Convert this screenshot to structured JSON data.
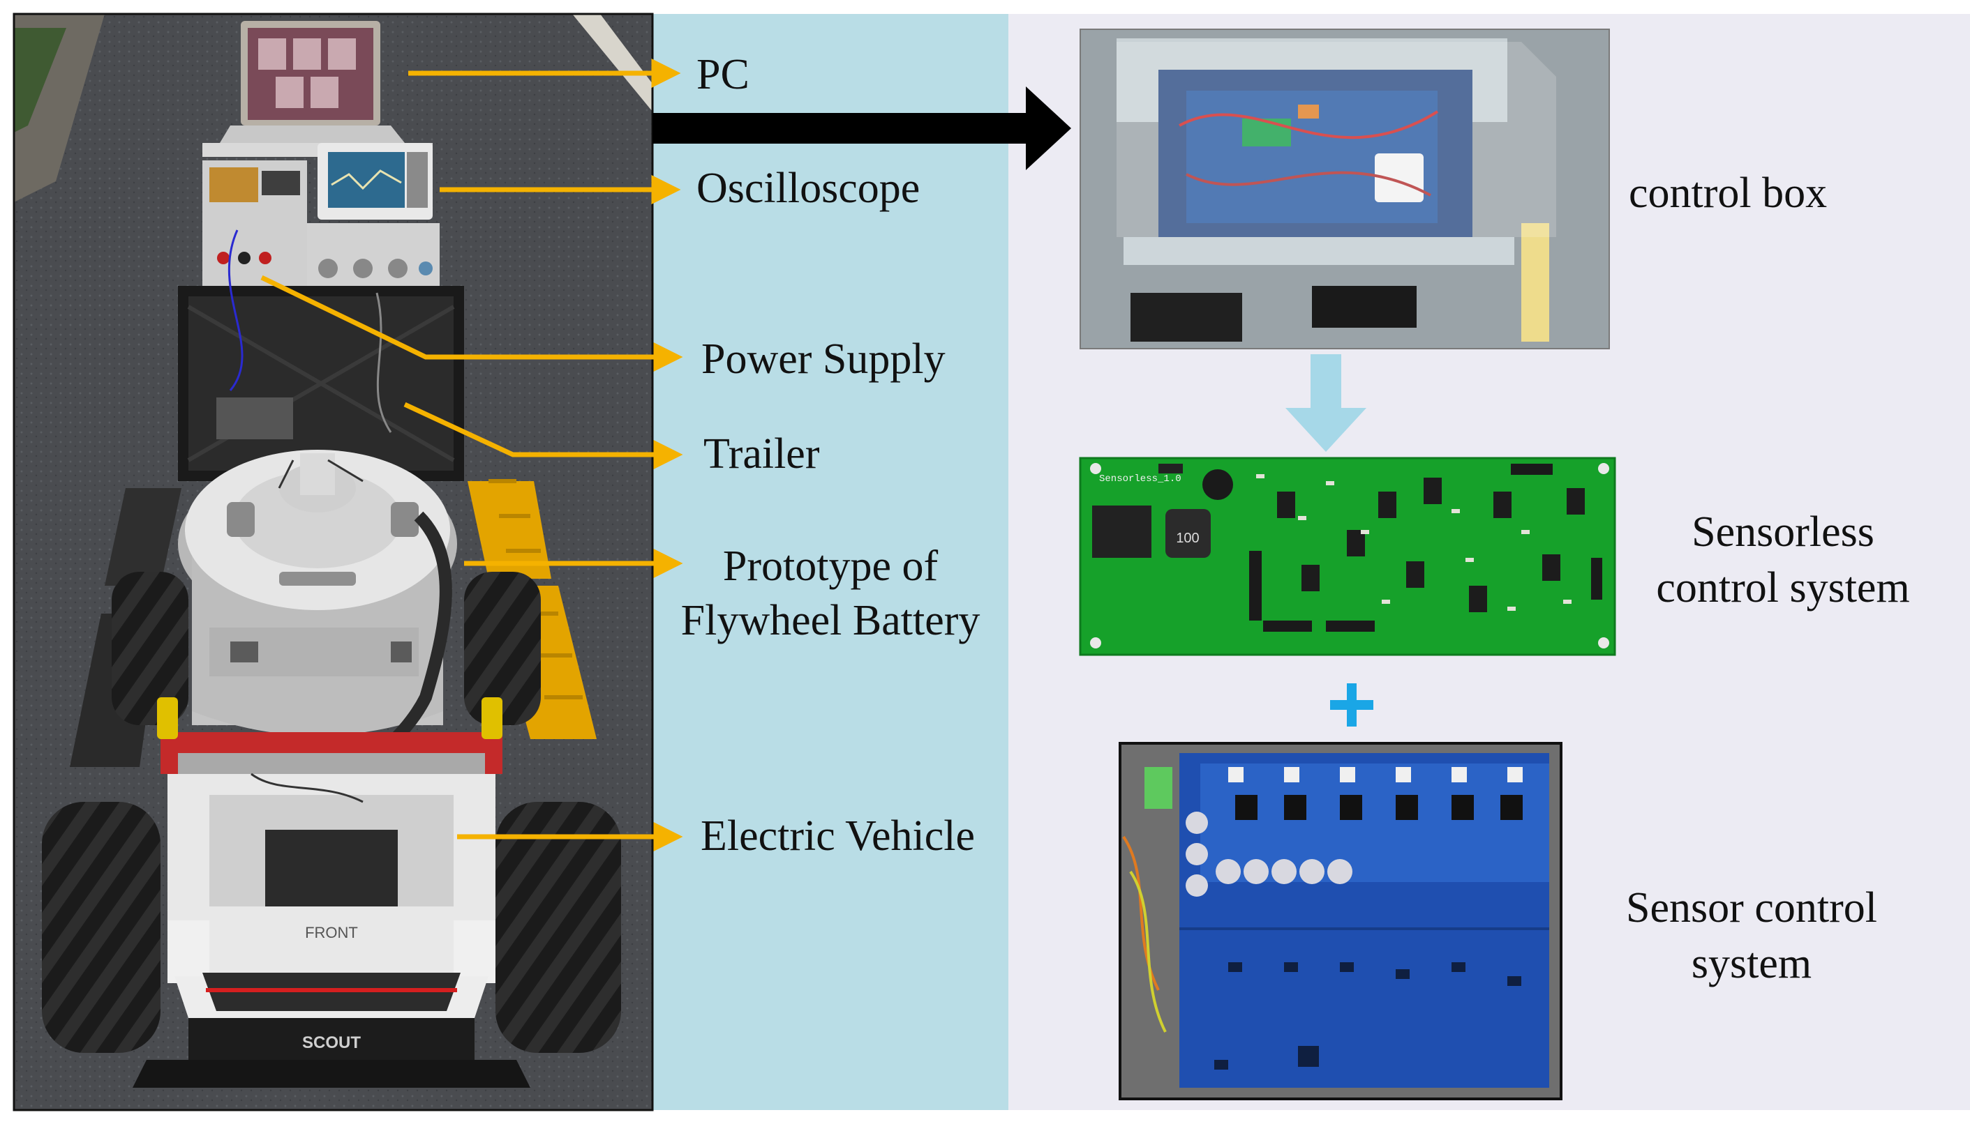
{
  "colors": {
    "blue_panel": "#b9dde6",
    "lavender_panel": "#ecebf3",
    "orange_arrow": "#f5b200",
    "black_arrow": "#000000",
    "light_blue_arrow": "#a6d8e8",
    "plus_sign": "#1aa6e6",
    "pcb_green": "#16a12a",
    "pcb_blue": "#1e4fb0"
  },
  "labels": {
    "pc": "PC",
    "oscilloscope": "Oscilloscope",
    "power_supply": "Power Supply",
    "trailer": "Trailer",
    "flywheel_line1": "Prototype of",
    "flywheel_line2": "Flywheel Battery",
    "electric_vehicle": "Electric Vehicle"
  },
  "right": {
    "control_box": "control box",
    "sensorless_line1": "Sensorless",
    "sensorless_line2": "control system",
    "sensor_line1": "Sensor control",
    "sensor_line2": "system"
  },
  "photo_text": {
    "front": "FRONT",
    "scout": "SCOUT",
    "board_label": "Sensorless_1.0",
    "inductor": "100"
  },
  "icons": {
    "plus": "plus-icon",
    "down_arrow": "down-arrow-icon",
    "right_arrow": "right-arrow-icon"
  }
}
